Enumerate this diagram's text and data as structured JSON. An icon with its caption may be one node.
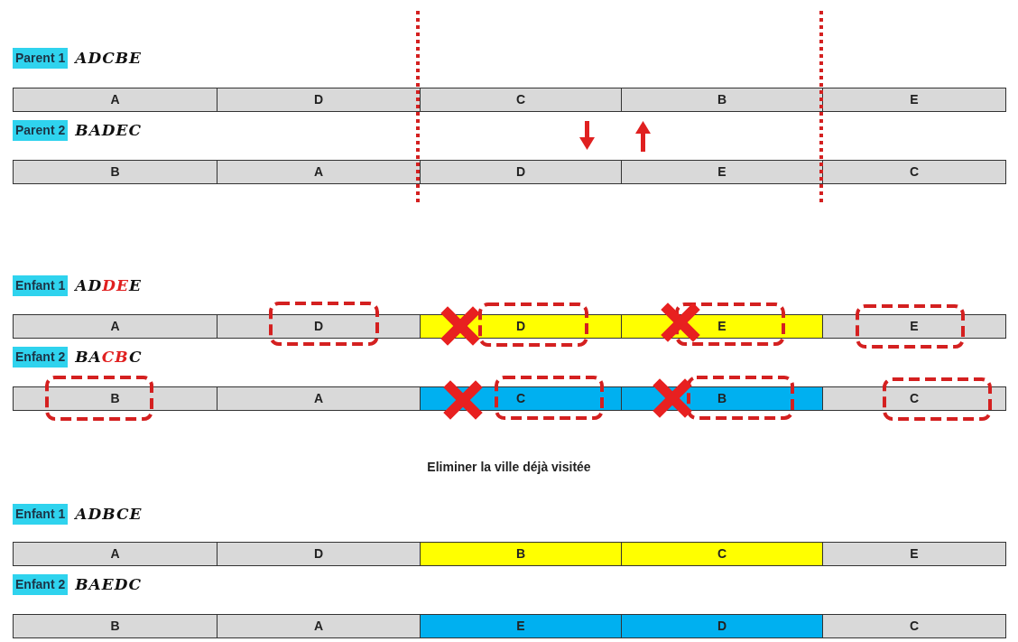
{
  "diagram": {
    "nodes": [
      {
        "text": [
          "Parent 1"
        ],
        "beside": [
          "ADCBE"
        ]
      },
      {
        "text": [
          "A"
        ]
      },
      {
        "text": [
          "D"
        ]
      },
      {
        "text": [
          "C"
        ]
      },
      {
        "text": [
          "B"
        ]
      },
      {
        "text": [
          "E"
        ]
      },
      {
        "text": [
          "Parent 2"
        ],
        "beside": [
          "BADEC"
        ]
      },
      {
        "text": [
          "B"
        ]
      },
      {
        "text": [
          "A"
        ]
      },
      {
        "text": [
          "D"
        ]
      },
      {
        "text": [
          "E"
        ]
      },
      {
        "text": [
          "C"
        ]
      },
      {
        "text": [
          "Enfant 1"
        ],
        "beside": [
          "ADDEE"
        ]
      },
      {
        "text": [
          "A"
        ]
      },
      {
        "text": [
          "D"
        ]
      },
      {
        "text": [
          "D"
        ]
      },
      {
        "text": [
          "E"
        ]
      },
      {
        "text": [
          "E"
        ]
      },
      {
        "text": [
          "Enfant 2"
        ],
        "beside": [
          "BACBC"
        ]
      },
      {
        "text": [
          "B"
        ]
      },
      {
        "text": [
          "A"
        ]
      },
      {
        "text": [
          "C"
        ]
      },
      {
        "text": [
          "B"
        ]
      },
      {
        "text": [
          "C"
        ]
      },
      {
        "text": [
          "Enfant 1"
        ],
        "beside": [
          "ADBCE"
        ]
      },
      {
        "text": [
          "A"
        ]
      },
      {
        "text": [
          "D"
        ]
      },
      {
        "text": [
          "B"
        ]
      },
      {
        "text": [
          "C"
        ]
      },
      {
        "text": [
          "E"
        ]
      },
      {
        "text": [
          "Enfant 2"
        ],
        "beside": [
          "BAEDC"
        ]
      },
      {
        "text": [
          "B"
        ]
      },
      {
        "text": [
          "A"
        ]
      },
      {
        "text": [
          "E"
        ]
      },
      {
        "text": [
          "D"
        ]
      },
      {
        "text": [
          "C"
        ]
      }
    ],
    "labels": [
      "Eliminer la ville déjà visitée"
    ]
  }
}
